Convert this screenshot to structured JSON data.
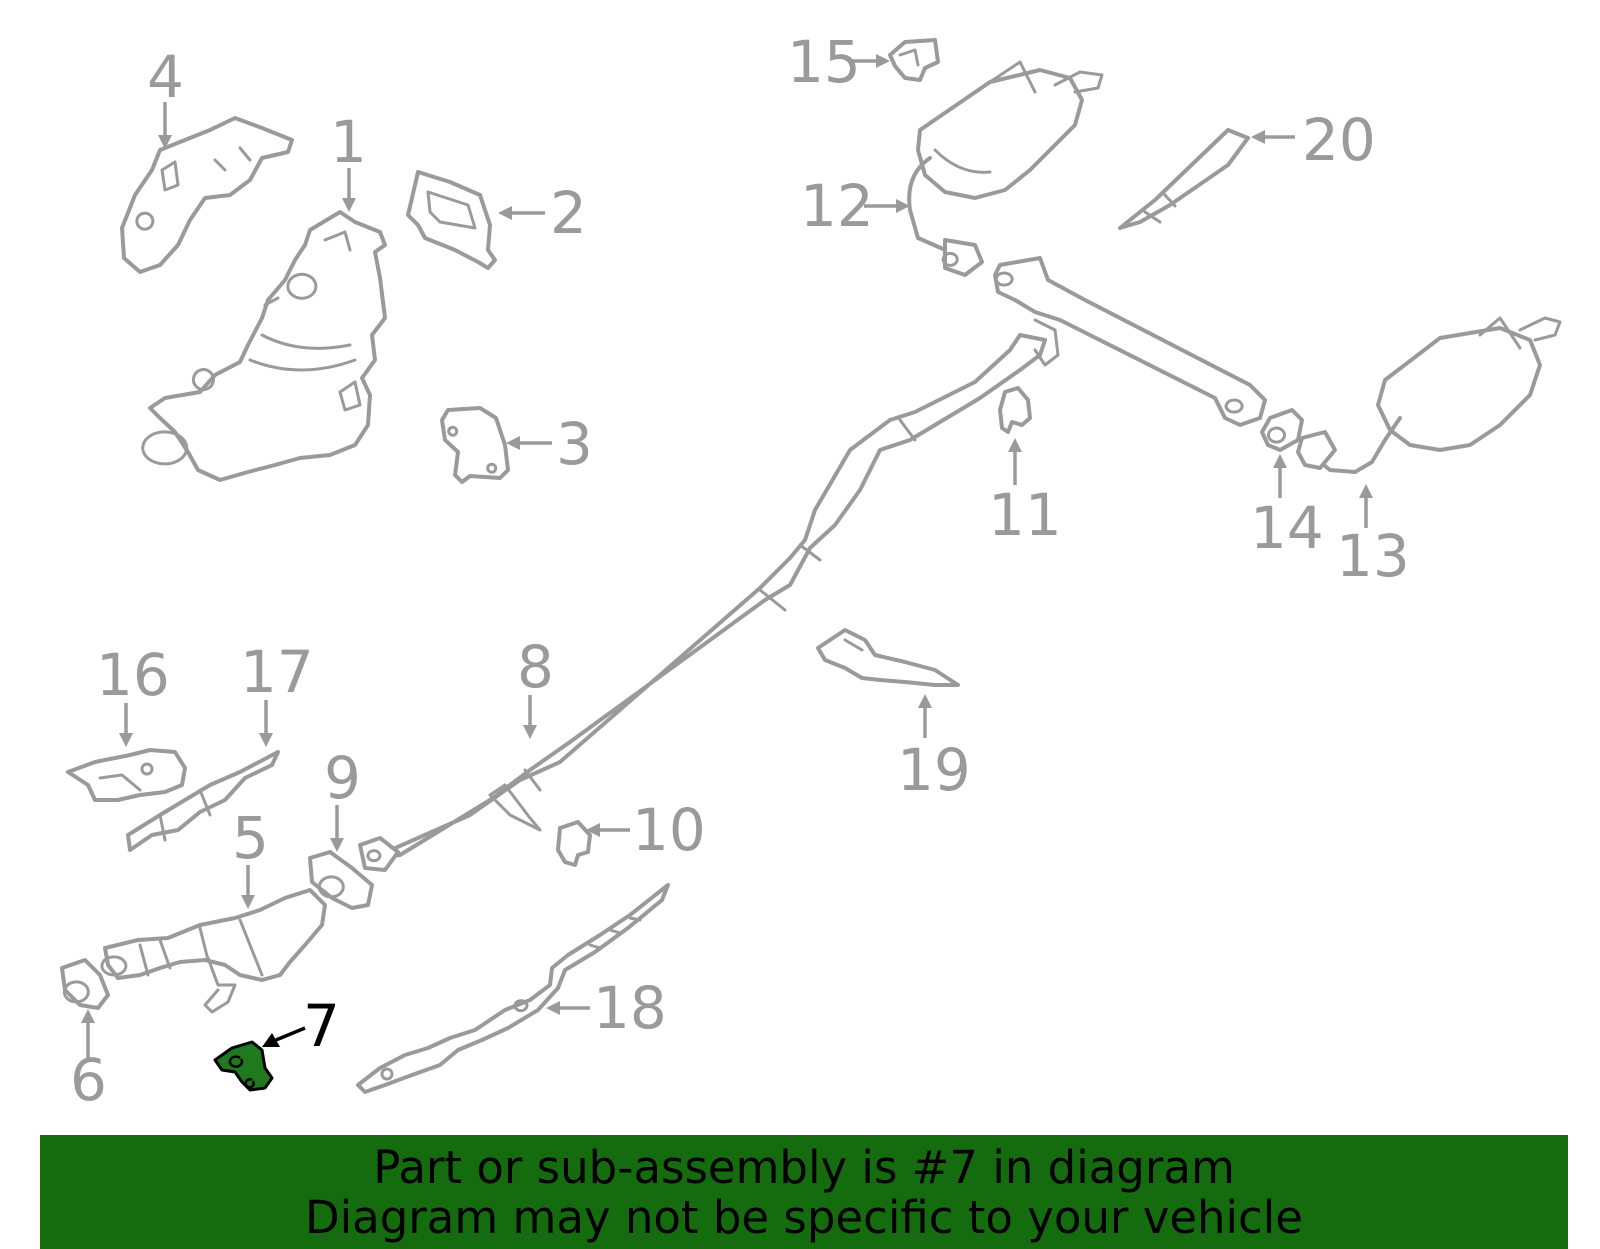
{
  "diagram": {
    "callouts": [
      "1",
      "2",
      "3",
      "4",
      "5",
      "6",
      "7",
      "8",
      "9",
      "10",
      "11",
      "12",
      "13",
      "14",
      "15",
      "16",
      "17",
      "18",
      "19",
      "20"
    ],
    "highlighted_part": "7",
    "highlight_color": "#1f7a1f",
    "part_line_color": "#9a9a9a"
  },
  "banner": {
    "line1": "Part or sub-assembly is #7 in diagram",
    "line2": "Diagram may not be specific to your vehicle",
    "background": "#146c0e"
  }
}
